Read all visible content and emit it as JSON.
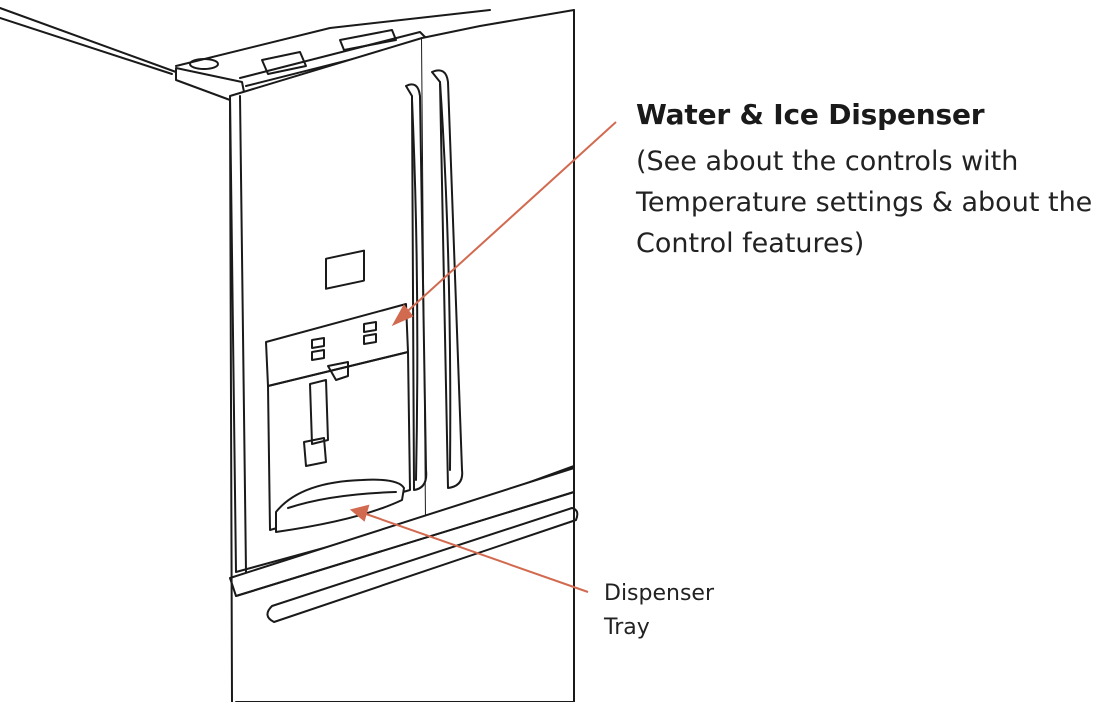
{
  "callouts": {
    "dispenser": {
      "title": "Water & Ice Dispenser",
      "lines": [
        "(See about the controls with",
        "Temperature settings & about the",
        "Control features)"
      ]
    },
    "tray": {
      "lines": [
        "Dispenser",
        "Tray"
      ]
    }
  },
  "colors": {
    "leader_line": "#d26a50",
    "outline": "#1a1a1a",
    "background": "#ffffff"
  }
}
